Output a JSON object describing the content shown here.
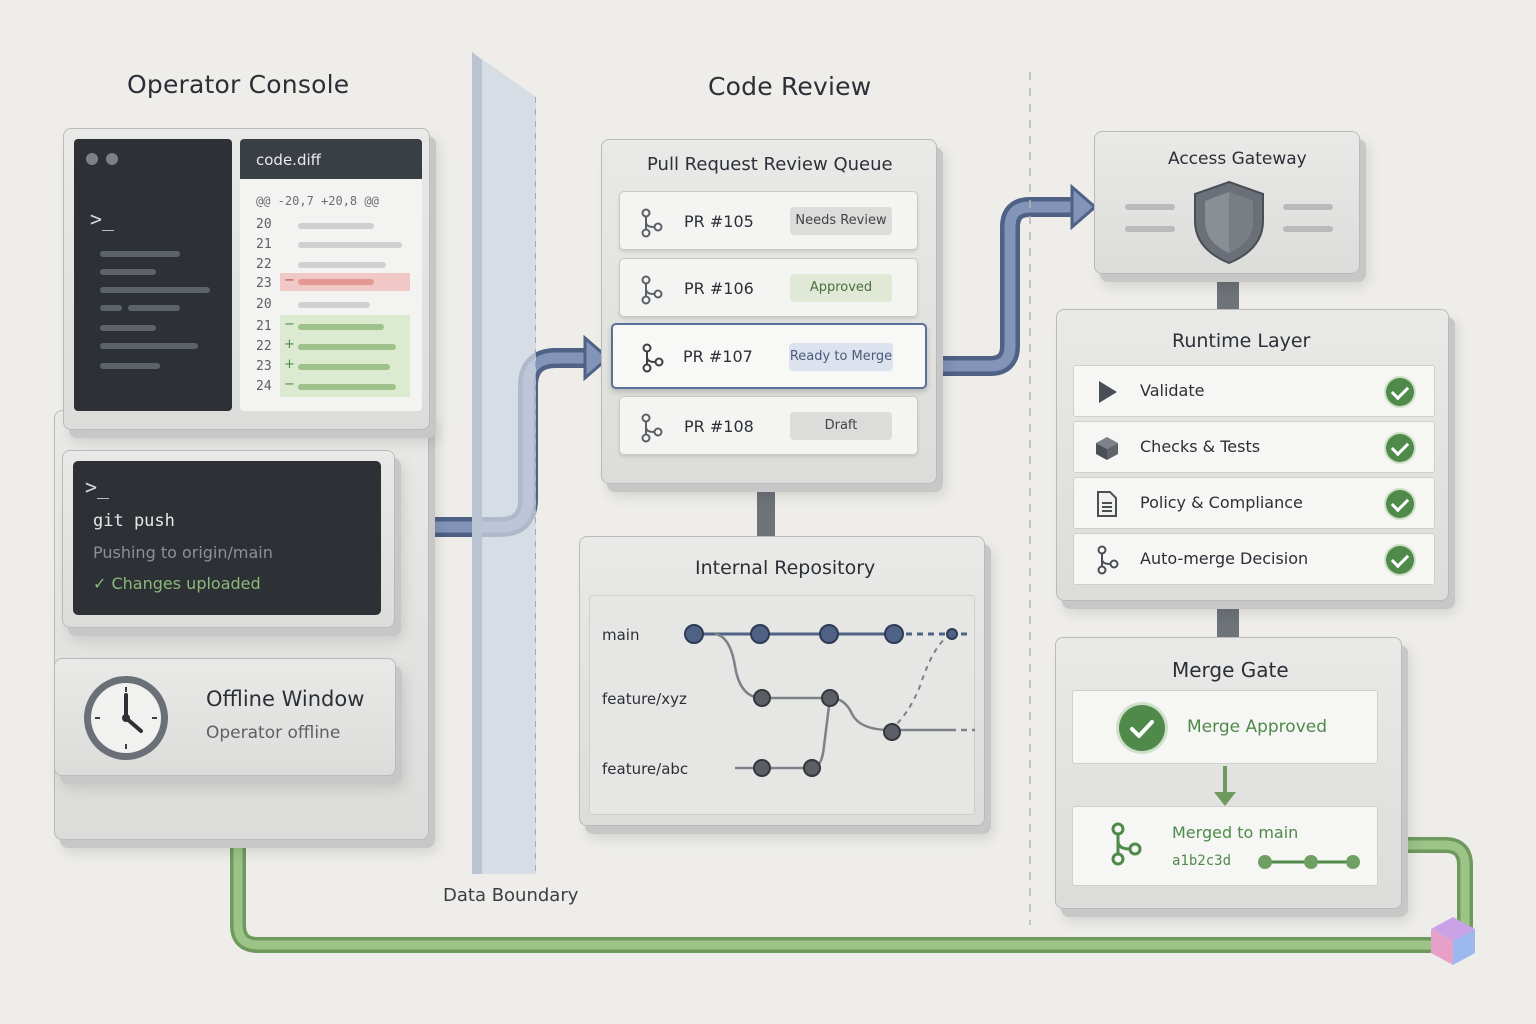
{
  "sections": {
    "operator_console": "Operator Console",
    "code_review": "Code Review",
    "data_boundary": "Data Boundary"
  },
  "diff": {
    "tab": "code.diff",
    "hunk": "@@ -20,7 +20,8 @@",
    "lines": [
      "20",
      "21",
      "22",
      "23",
      "20",
      "21",
      "22",
      "23",
      "24"
    ],
    "markers": [
      "−",
      "−",
      "+",
      "+",
      "−"
    ]
  },
  "terminal": {
    "prompt": ">_",
    "command": "git push",
    "status": "Pushing to origin/main",
    "done": "✓ Changes uploaded"
  },
  "offline": {
    "title": "Offline Window",
    "subtitle": "Operator offline"
  },
  "queue": {
    "title": "Pull Request Review Queue",
    "items": [
      {
        "pr": "PR #105",
        "status": "Needs Review"
      },
      {
        "pr": "PR #106",
        "status": "Approved"
      },
      {
        "pr": "PR #107",
        "status": "Ready to Merge"
      },
      {
        "pr": "PR #108",
        "status": "Draft"
      }
    ]
  },
  "repo": {
    "title": "Internal Repository",
    "branches": [
      "main",
      "feature/xyz",
      "feature/abc"
    ]
  },
  "gateway": {
    "title": "Access Gateway",
    "icon": "shield-icon"
  },
  "runtime": {
    "title": "Runtime Layer",
    "rows": [
      {
        "label": "Validate",
        "icon": "play-icon"
      },
      {
        "label": "Checks & Tests",
        "icon": "cube-icon"
      },
      {
        "label": "Policy & Compliance",
        "icon": "document-icon"
      },
      {
        "label": "Auto-merge Decision",
        "icon": "branch-icon"
      }
    ]
  },
  "merge_gate": {
    "title": "Merge Gate",
    "approved": "Merge Approved",
    "merged": "Merged to main",
    "hash": "a1b2c3d"
  },
  "colors": {
    "blue_flow": "#5c6f94",
    "green_flow": "#7fae6b",
    "approved_green": "#4f8a4a",
    "removed_red": "#e8a7a5",
    "added_green": "#b9d3ad"
  }
}
